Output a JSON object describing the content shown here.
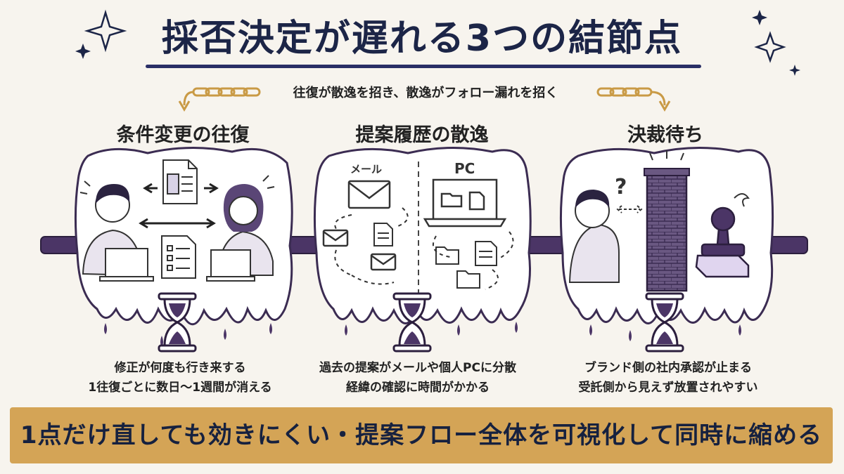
{
  "title": "採否決定が遅れる3つの結節点",
  "chain_text": "往復が散逸を招き、散逸がフォロー漏れを招く",
  "panels": [
    {
      "heading": "条件変更の往復",
      "captions": [
        "修正が何度も行き来する",
        "1往復ごとに数日〜1週間が消える"
      ]
    },
    {
      "heading": "提案履歴の散逸",
      "labels": {
        "left": "メール",
        "right": "PC"
      },
      "captions": [
        "過去の提案がメールや個人PCに分散",
        "経緯の確認に時間がかかる"
      ]
    },
    {
      "heading": "決裁待ち",
      "captions": [
        "ブランド側の社内承認が止まる",
        "受託側から見えず放置されやすい"
      ]
    }
  ],
  "banner": "1点だけ直しても効きにくい・提案フロー全体を可視化して同時に縮める",
  "colors": {
    "navy": "#1c2547",
    "purple": "#4b3566",
    "gold": "#d4a456",
    "background": "#f7f4ee"
  }
}
